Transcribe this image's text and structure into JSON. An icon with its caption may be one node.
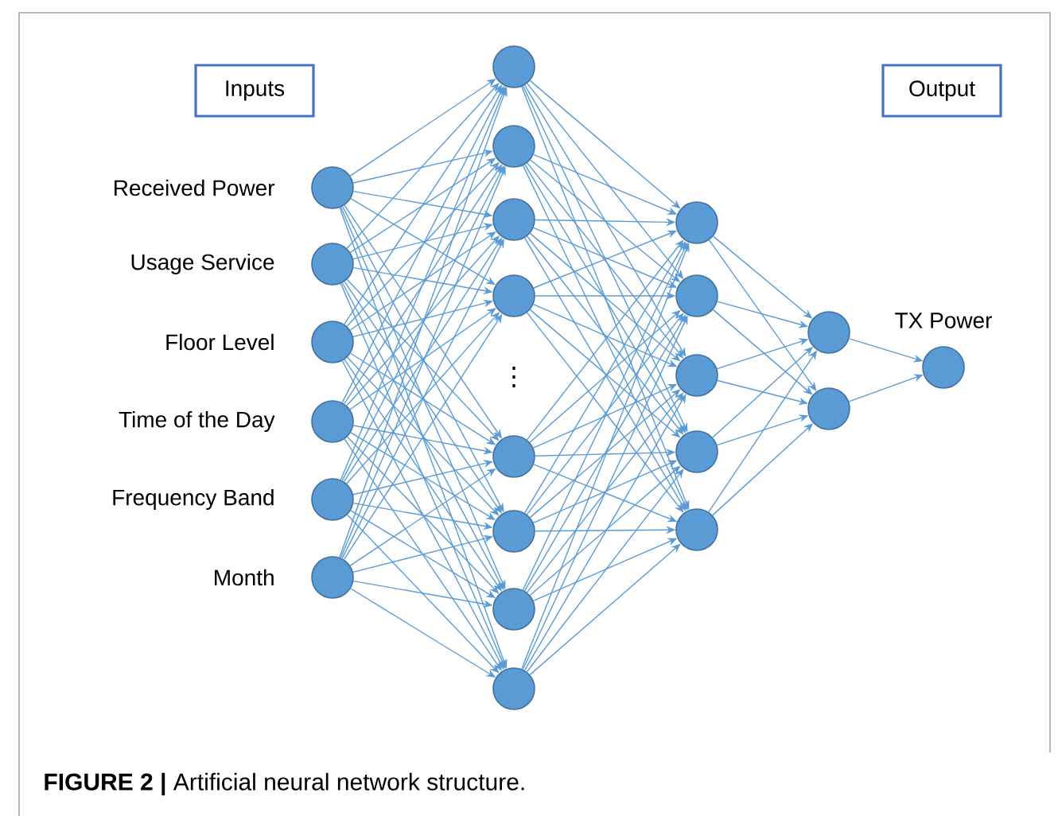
{
  "diagram": {
    "caption": "**FIGURE 2 |** Artificial neural network structure.",
    "nodes": [
      {
        "text": [
          "Inputs"
        ]
      },
      {
        "text": [
          "Output"
        ]
      },
      {
        "text": [],
        "shape": "circle",
        "beside": [
          "Received Power"
        ]
      },
      {
        "text": [],
        "shape": "circle",
        "beside": [
          "Usage Service"
        ]
      },
      {
        "text": [],
        "shape": "circle",
        "beside": [
          "Floor Level"
        ]
      },
      {
        "text": [],
        "shape": "circle",
        "beside": [
          "Time of the Day"
        ]
      },
      {
        "text": [],
        "shape": "circle",
        "beside": [
          "Frequency Band"
        ]
      },
      {
        "text": [],
        "shape": "circle",
        "beside": [
          "Month"
        ]
      },
      {
        "text": [],
        "shape": "circle"
      },
      {
        "text": [],
        "shape": "circle"
      },
      {
        "text": [],
        "shape": "circle"
      },
      {
        "text": [],
        "shape": "circle"
      },
      {
        "text": [],
        "shape": "circle"
      },
      {
        "text": [],
        "shape": "circle"
      },
      {
        "text": [],
        "shape": "circle"
      },
      {
        "text": [],
        "shape": "circle"
      },
      {
        "text": [],
        "shape": "circle"
      },
      {
        "text": [],
        "shape": "circle"
      },
      {
        "text": [],
        "shape": "circle"
      },
      {
        "text": [],
        "shape": "circle"
      },
      {
        "text": [],
        "shape": "circle"
      },
      {
        "text": [],
        "shape": "circle"
      },
      {
        "text": [],
        "shape": "circle"
      },
      {
        "text": [],
        "shape": "circle",
        "beside": [
          "TX Power"
        ]
      }
    ],
    "edges": [
      {
        "from": 2,
        "to": 8,
        "arrow": "to"
      },
      {
        "from": 2,
        "to": 9,
        "arrow": "to"
      },
      {
        "from": 2,
        "to": 10,
        "arrow": "to"
      },
      {
        "from": 2,
        "to": 11,
        "arrow": "to"
      },
      {
        "from": 2,
        "to": 12,
        "arrow": "to"
      },
      {
        "from": 2,
        "to": 13,
        "arrow": "to"
      },
      {
        "from": 2,
        "to": 14,
        "arrow": "to"
      },
      {
        "from": 2,
        "to": 15,
        "arrow": "to"
      },
      {
        "from": 3,
        "to": 8,
        "arrow": "to"
      },
      {
        "from": 3,
        "to": 9,
        "arrow": "to"
      },
      {
        "from": 3,
        "to": 10,
        "arrow": "to"
      },
      {
        "from": 3,
        "to": 11,
        "arrow": "to"
      },
      {
        "from": 3,
        "to": 12,
        "arrow": "to"
      },
      {
        "from": 3,
        "to": 13,
        "arrow": "to"
      },
      {
        "from": 3,
        "to": 14,
        "arrow": "to"
      },
      {
        "from": 3,
        "to": 15,
        "arrow": "to"
      },
      {
        "from": 4,
        "to": 8,
        "arrow": "to"
      },
      {
        "from": 4,
        "to": 9,
        "arrow": "to"
      },
      {
        "from": 4,
        "to": 10,
        "arrow": "to"
      },
      {
        "from": 4,
        "to": 11,
        "arrow": "to"
      },
      {
        "from": 4,
        "to": 12,
        "arrow": "to"
      },
      {
        "from": 4,
        "to": 13,
        "arrow": "to"
      },
      {
        "from": 4,
        "to": 14,
        "arrow": "to"
      },
      {
        "from": 4,
        "to": 15,
        "arrow": "to"
      },
      {
        "from": 5,
        "to": 8,
        "arrow": "to"
      },
      {
        "from": 5,
        "to": 9,
        "arrow": "to"
      },
      {
        "from": 5,
        "to": 10,
        "arrow": "to"
      },
      {
        "from": 5,
        "to": 11,
        "arrow": "to"
      },
      {
        "from": 5,
        "to": 12,
        "arrow": "to"
      },
      {
        "from": 5,
        "to": 13,
        "arrow": "to"
      },
      {
        "from": 5,
        "to": 14,
        "arrow": "to"
      },
      {
        "from": 5,
        "to": 15,
        "arrow": "to"
      },
      {
        "from": 6,
        "to": 8,
        "arrow": "to"
      },
      {
        "from": 6,
        "to": 9,
        "arrow": "to"
      },
      {
        "from": 6,
        "to": 10,
        "arrow": "to"
      },
      {
        "from": 6,
        "to": 11,
        "arrow": "to"
      },
      {
        "from": 6,
        "to": 12,
        "arrow": "to"
      },
      {
        "from": 6,
        "to": 13,
        "arrow": "to"
      },
      {
        "from": 6,
        "to": 14,
        "arrow": "to"
      },
      {
        "from": 6,
        "to": 15,
        "arrow": "to"
      },
      {
        "from": 7,
        "to": 8,
        "arrow": "to"
      },
      {
        "from": 7,
        "to": 9,
        "arrow": "to"
      },
      {
        "from": 7,
        "to": 10,
        "arrow": "to"
      },
      {
        "from": 7,
        "to": 11,
        "arrow": "to"
      },
      {
        "from": 7,
        "to": 12,
        "arrow": "to"
      },
      {
        "from": 7,
        "to": 13,
        "arrow": "to"
      },
      {
        "from": 7,
        "to": 14,
        "arrow": "to"
      },
      {
        "from": 7,
        "to": 15,
        "arrow": "to"
      },
      {
        "from": 8,
        "to": 16,
        "arrow": "to"
      },
      {
        "from": 8,
        "to": 17,
        "arrow": "to"
      },
      {
        "from": 8,
        "to": 18,
        "arrow": "to"
      },
      {
        "from": 8,
        "to": 19,
        "arrow": "to"
      },
      {
        "from": 8,
        "to": 20,
        "arrow": "to"
      },
      {
        "from": 9,
        "to": 16,
        "arrow": "to"
      },
      {
        "from": 9,
        "to": 17,
        "arrow": "to"
      },
      {
        "from": 9,
        "to": 18,
        "arrow": "to"
      },
      {
        "from": 9,
        "to": 19,
        "arrow": "to"
      },
      {
        "from": 9,
        "to": 20,
        "arrow": "to"
      },
      {
        "from": 10,
        "to": 16,
        "arrow": "to"
      },
      {
        "from": 10,
        "to": 17,
        "arrow": "to"
      },
      {
        "from": 10,
        "to": 18,
        "arrow": "to"
      },
      {
        "from": 10,
        "to": 19,
        "arrow": "to"
      },
      {
        "from": 10,
        "to": 20,
        "arrow": "to"
      },
      {
        "from": 11,
        "to": 16,
        "arrow": "to"
      },
      {
        "from": 11,
        "to": 17,
        "arrow": "to"
      },
      {
        "from": 11,
        "to": 18,
        "arrow": "to"
      },
      {
        "from": 11,
        "to": 19,
        "arrow": "to"
      },
      {
        "from": 11,
        "to": 20,
        "arrow": "to"
      },
      {
        "from": 12,
        "to": 16,
        "arrow": "to"
      },
      {
        "from": 12,
        "to": 17,
        "arrow": "to"
      },
      {
        "from": 12,
        "to": 18,
        "arrow": "to"
      },
      {
        "from": 12,
        "to": 19,
        "arrow": "to"
      },
      {
        "from": 12,
        "to": 20,
        "arrow": "to"
      },
      {
        "from": 13,
        "to": 16,
        "arrow": "to"
      },
      {
        "from": 13,
        "to": 17,
        "arrow": "to"
      },
      {
        "from": 13,
        "to": 18,
        "arrow": "to"
      },
      {
        "from": 13,
        "to": 19,
        "arrow": "to"
      },
      {
        "from": 13,
        "to": 20,
        "arrow": "to"
      },
      {
        "from": 14,
        "to": 16,
        "arrow": "to"
      },
      {
        "from": 14,
        "to": 17,
        "arrow": "to"
      },
      {
        "from": 14,
        "to": 18,
        "arrow": "to"
      },
      {
        "from": 14,
        "to": 19,
        "arrow": "to"
      },
      {
        "from": 14,
        "to": 20,
        "arrow": "to"
      },
      {
        "from": 15,
        "to": 16,
        "arrow": "to"
      },
      {
        "from": 15,
        "to": 17,
        "arrow": "to"
      },
      {
        "from": 15,
        "to": 18,
        "arrow": "to"
      },
      {
        "from": 15,
        "to": 19,
        "arrow": "to"
      },
      {
        "from": 15,
        "to": 20,
        "arrow": "to"
      },
      {
        "from": 16,
        "to": 21,
        "arrow": "to"
      },
      {
        "from": 16,
        "to": 22,
        "arrow": "to"
      },
      {
        "from": 17,
        "to": 21,
        "arrow": "to"
      },
      {
        "from": 17,
        "to": 22,
        "arrow": "to"
      },
      {
        "from": 18,
        "to": 21,
        "arrow": "to"
      },
      {
        "from": 18,
        "to": 22,
        "arrow": "to"
      },
      {
        "from": 19,
        "to": 21,
        "arrow": "to"
      },
      {
        "from": 19,
        "to": 22,
        "arrow": "to"
      },
      {
        "from": 20,
        "to": 21,
        "arrow": "to"
      },
      {
        "from": 20,
        "to": 22,
        "arrow": "to"
      },
      {
        "from": 21,
        "to": 23,
        "arrow": "to"
      },
      {
        "from": 22,
        "to": 23,
        "arrow": "to"
      }
    ],
    "labels": [
      "⋮"
    ]
  }
}
